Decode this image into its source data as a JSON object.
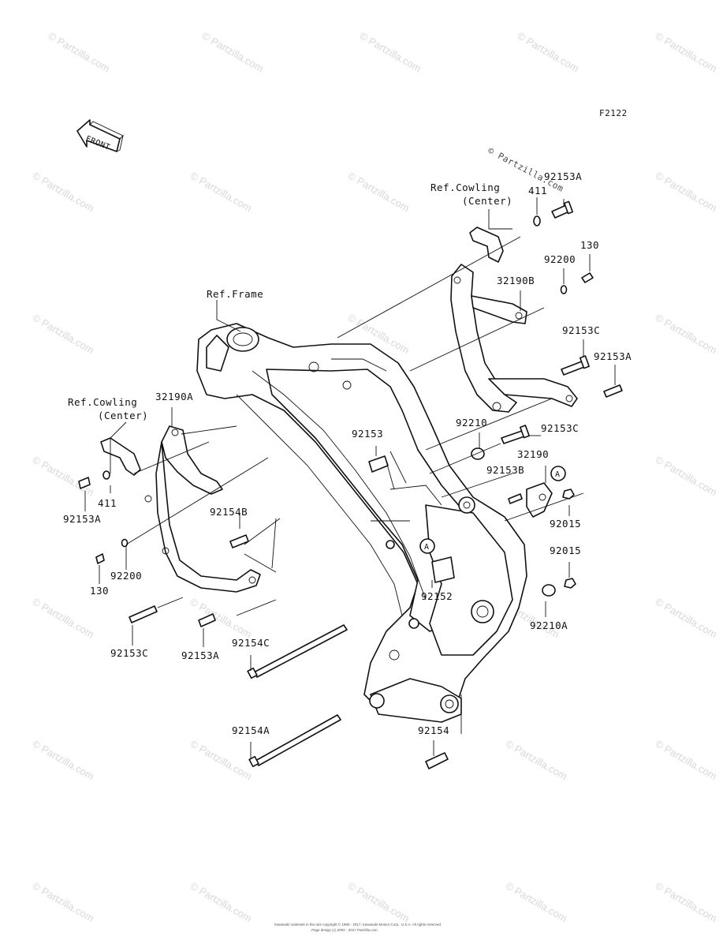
{
  "figure_code": "F2122",
  "front_label": "FRONT",
  "watermark": {
    "text": "© Partzilla.com",
    "center_text": "© Partzilla.com"
  },
  "footer": {
    "line1": "Kawasaki materials in this site copyright © 1995 - 2017, Kawasaki Motors Corp., U.S.A. All rights reserved.",
    "line2": "Page design (c) 2002 - 2017 Partzilla.com"
  },
  "labels": {
    "ref_cowling_right_line1": "Ref.Cowling",
    "ref_cowling_right_line2": "(Center)",
    "ref_cowling_left_line1": "Ref.Cowling",
    "ref_cowling_left_line2": "(Center)",
    "ref_frame": "Ref.Frame",
    "p92153A_top": "92153A",
    "p411_top": "411",
    "p130_right": "130",
    "p92200_right": "92200",
    "p32190B": "32190B",
    "p92153C_right": "92153C",
    "p92153A_right": "92153A",
    "p32190A": "32190A",
    "p92153": "92153",
    "p92210": "92210",
    "p92153C_mid": "92153C",
    "p32190": "32190",
    "p92153B": "92153B",
    "callout_A_right": "A",
    "p92015_upper": "92015",
    "p92154B": "92154B",
    "callout_A_mid": "A",
    "p92015_lower": "92015",
    "p92152": "92152",
    "p92210A": "92210A",
    "p411_left": "411",
    "p92153A_left": "92153A",
    "p92200_left": "92200",
    "p130_left": "130",
    "p92153C_left": "92153C",
    "p92153A_lower": "92153A",
    "p92154C": "92154C",
    "p92154A": "92154A",
    "p92154": "92154"
  }
}
